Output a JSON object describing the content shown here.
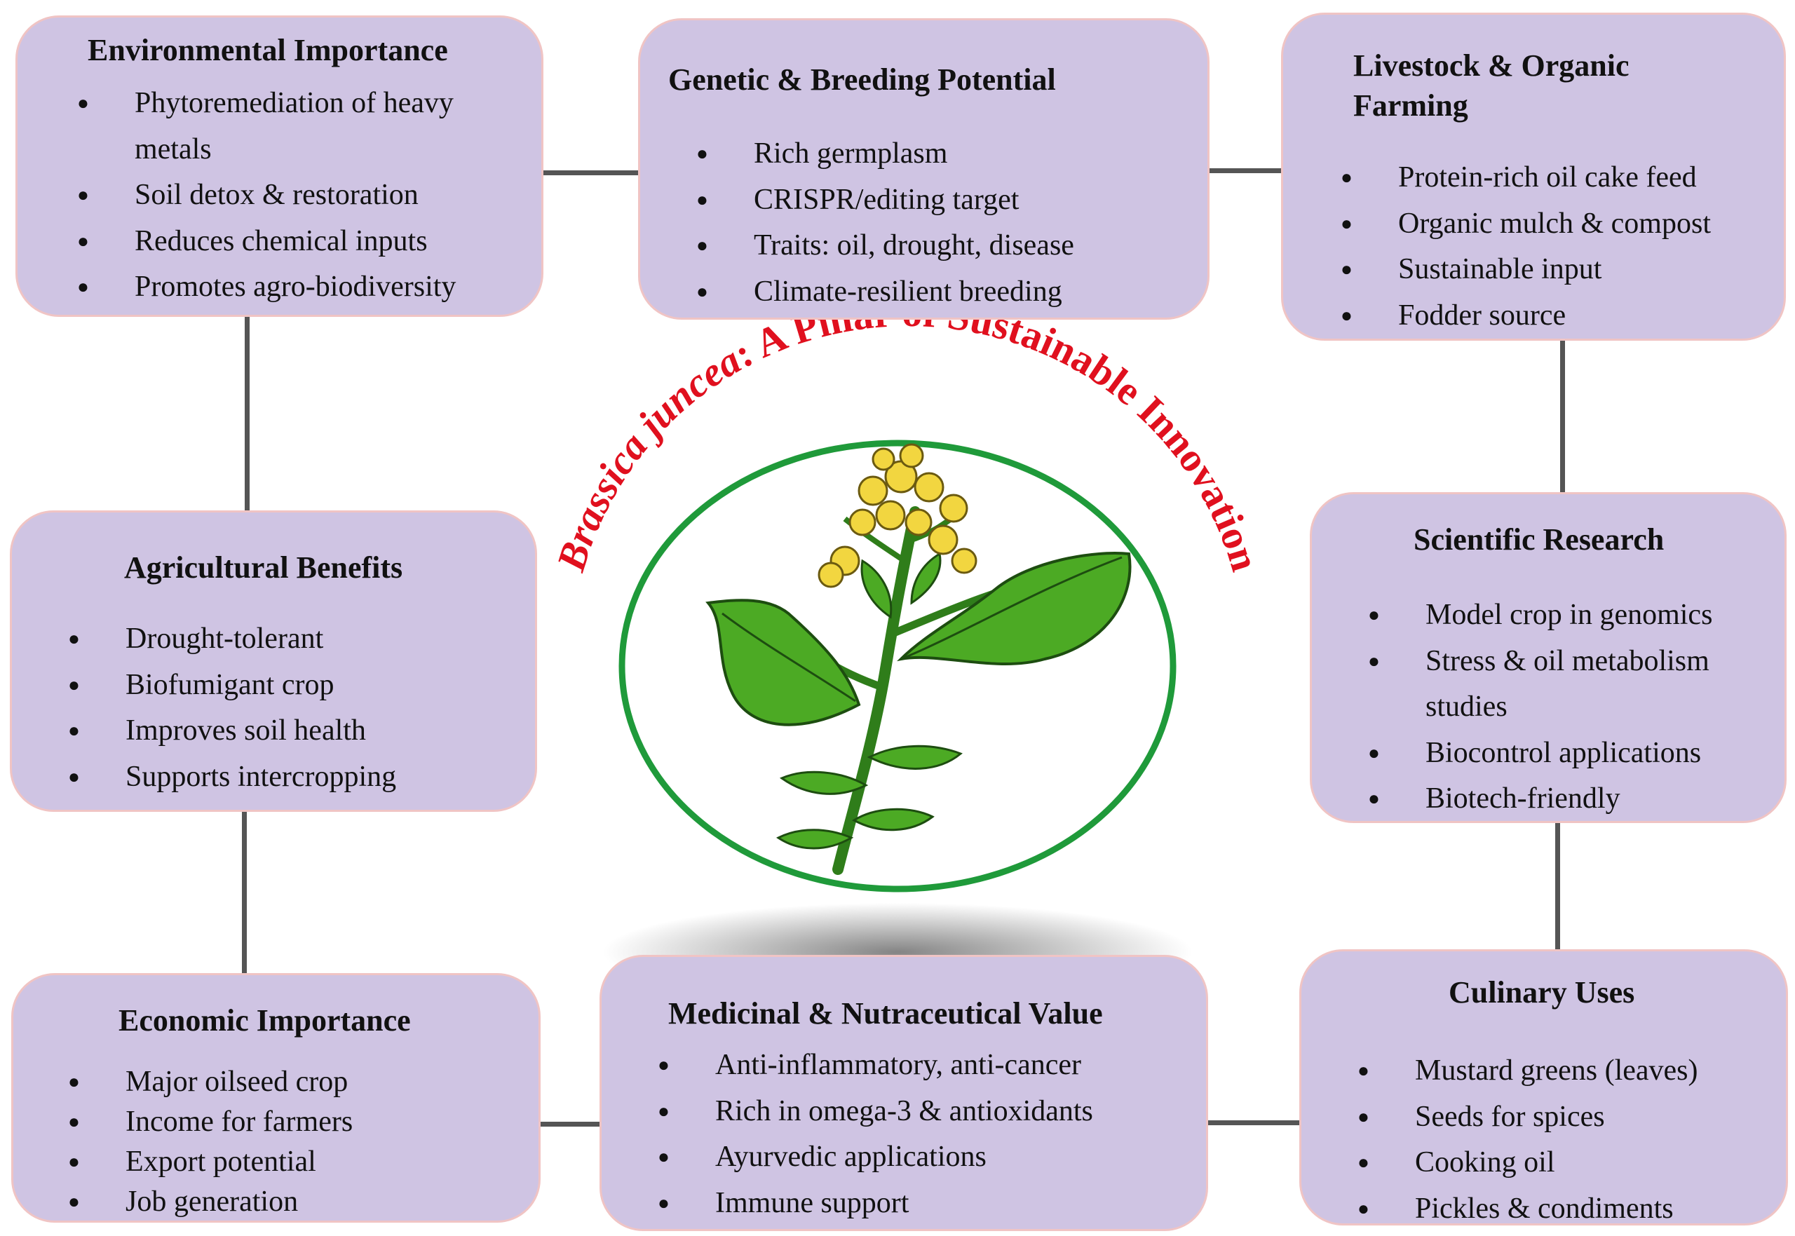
{
  "title": {
    "italic_part": "Brassica juncea",
    "rest": ": A Pillar of Sustainable Innovation",
    "color": "#e0101e"
  },
  "colors": {
    "box_fill": "#cfc4e3",
    "box_border": "#f0c4c4",
    "connector": "#555555",
    "ring": "#1f9a3a",
    "leaf": "#4caa24",
    "flower": "#f2d640"
  },
  "center_image": {
    "icon": "mustard-plant-illustration"
  },
  "boxes": {
    "environmental": {
      "title": "Environmental Importance",
      "items": [
        "Phytoremediation of heavy metals",
        "Soil detox & restoration",
        "Reduces chemical inputs",
        "Promotes agro-biodiversity"
      ]
    },
    "genetic": {
      "title": "Genetic & Breeding Potential",
      "items": [
        "Rich germplasm",
        "CRISPR/editing target",
        "Traits: oil, drought, disease",
        "Climate-resilient breeding"
      ]
    },
    "livestock": {
      "title": "Livestock & Organic Farming",
      "items": [
        "Protein-rich oil cake feed",
        "Organic mulch & compost",
        "Sustainable input",
        "Fodder source"
      ]
    },
    "agricultural": {
      "title": "Agricultural Benefits",
      "items": [
        "Drought-tolerant",
        "Biofumigant crop",
        "Improves soil health",
        "Supports intercropping"
      ]
    },
    "scientific": {
      "title": "Scientific Research",
      "items": [
        "Model crop in genomics",
        "Stress & oil metabolism studies",
        "Biocontrol applications",
        "Biotech-friendly"
      ]
    },
    "economic": {
      "title": "Economic Importance",
      "items": [
        "Major oilseed crop",
        "Income for farmers",
        "Export potential",
        "Job generation"
      ]
    },
    "medicinal": {
      "title": "Medicinal & Nutraceutical Value",
      "items": [
        "Anti-inflammatory, anti-cancer",
        "Rich in omega-3 & antioxidants",
        "Ayurvedic applications",
        "Immune support"
      ]
    },
    "culinary": {
      "title": "Culinary Uses",
      "items": [
        "Mustard greens (leaves)",
        "Seeds for spices",
        "Cooking oil",
        "Pickles & condiments"
      ]
    }
  }
}
